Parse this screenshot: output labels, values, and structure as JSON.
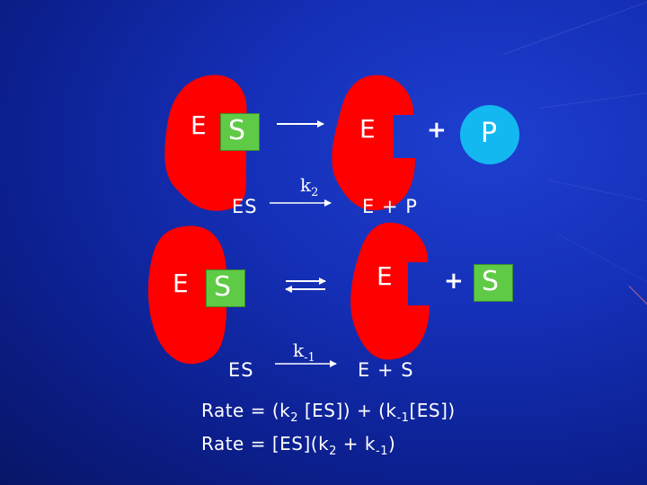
{
  "colors": {
    "background": "#1530b8",
    "enzyme": "#ff0000",
    "substrate": "#5fca46",
    "product": "#14b8f0",
    "text": "#ffffff"
  },
  "top_reaction": {
    "complex_enzyme_letter": "E",
    "complex_substrate_letter": "S",
    "free_enzyme_letter": "E",
    "plus": "+",
    "product_letter": "P",
    "complex_label": "ES",
    "rate_constant": "k",
    "rate_constant_subscript": "2",
    "products_label": "E + P"
  },
  "bottom_reaction": {
    "complex_enzyme_letter": "E",
    "complex_substrate_letter": "S",
    "free_enzyme_letter": "E",
    "plus": "+",
    "released_substrate_letter": "S",
    "complex_label": "ES",
    "rate_constant": "k",
    "rate_constant_subscript": "-1",
    "products_label": "E + S"
  },
  "equations": {
    "line1": {
      "a": "Rate = (k",
      "a_sub": "2",
      "b": " [ES]) + (k",
      "b_sub": "-1",
      "c": "[ES])"
    },
    "line2": {
      "a": "Rate = [ES](k",
      "a_sub": "2",
      "b": " + k",
      "b_sub": "-1",
      "c": ")"
    }
  }
}
